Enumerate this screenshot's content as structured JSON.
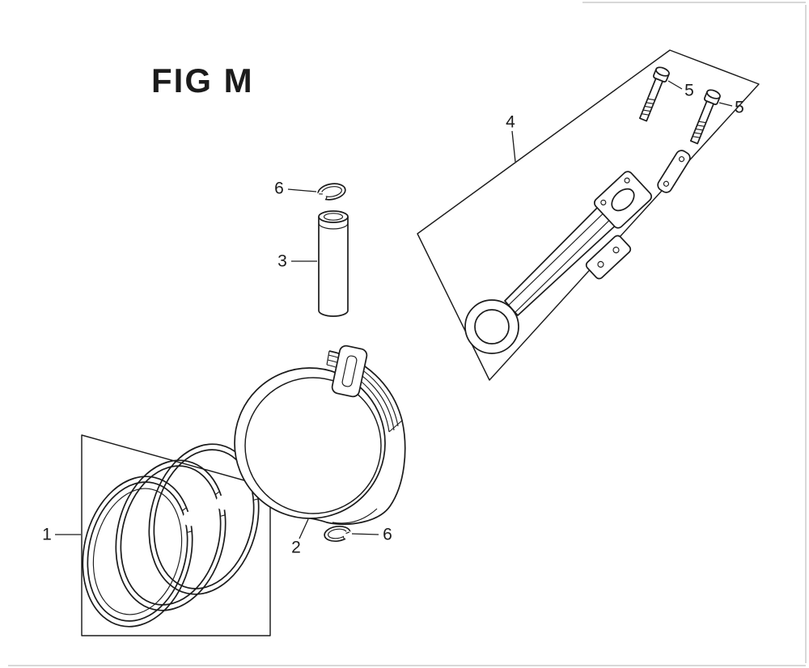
{
  "figure": {
    "title": "FIG M"
  },
  "callouts": {
    "ring_set": "1",
    "piston": "2",
    "piston_pin": "3",
    "connecting_rod": "4",
    "bolt_upper": "5",
    "bolt_lower": "5",
    "clip_upper": "6",
    "clip_lower": "6"
  },
  "colors": {
    "line": "#1b1b1b",
    "background": "#ffffff",
    "scan_edge": "#b0b0b0"
  }
}
